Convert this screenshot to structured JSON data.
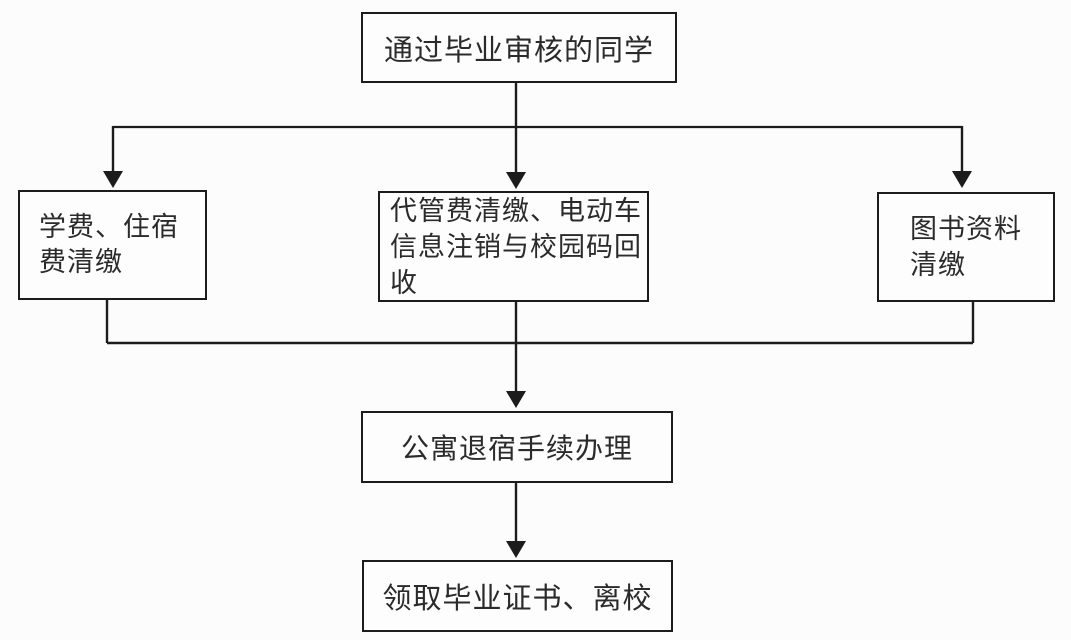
{
  "diagram": {
    "type": "flowchart",
    "nodes": [
      {
        "id": "start",
        "label": "通过毕业审核的同学",
        "lines": [
          "通过毕业审核的同学"
        ]
      },
      {
        "id": "tuition-housing",
        "label": "学费、住宿费清缴",
        "lines": [
          "学费、住宿",
          "费清缴"
        ]
      },
      {
        "id": "custodial-ebike",
        "label": "代管费清缴、电动车信息注销与校园码回收",
        "lines": [
          "代管费清缴、电动车",
          "信息注销与校园码回",
          "收"
        ]
      },
      {
        "id": "library",
        "label": "图书资料清缴",
        "lines": [
          "图书资料",
          "清缴"
        ]
      },
      {
        "id": "dorm-checkout",
        "label": "公寓退宿手续办理",
        "lines": [
          "公寓退宿手续办理"
        ]
      },
      {
        "id": "certificate-leave",
        "label": "领取毕业证书、离校",
        "lines": [
          "领取毕业证书、离校"
        ]
      }
    ],
    "edges": [
      {
        "from": "start",
        "to": "tuition-housing"
      },
      {
        "from": "start",
        "to": "custodial-ebike"
      },
      {
        "from": "start",
        "to": "library"
      },
      {
        "from": "tuition-housing",
        "to": "dorm-checkout"
      },
      {
        "from": "custodial-ebike",
        "to": "dorm-checkout"
      },
      {
        "from": "library",
        "to": "dorm-checkout"
      },
      {
        "from": "dorm-checkout",
        "to": "certificate-leave"
      }
    ],
    "colors": {
      "box_border": "#1c1c1c",
      "connector": "#1c1c1c",
      "text": "#2b2b2b",
      "background": "#fcfcfc"
    }
  }
}
